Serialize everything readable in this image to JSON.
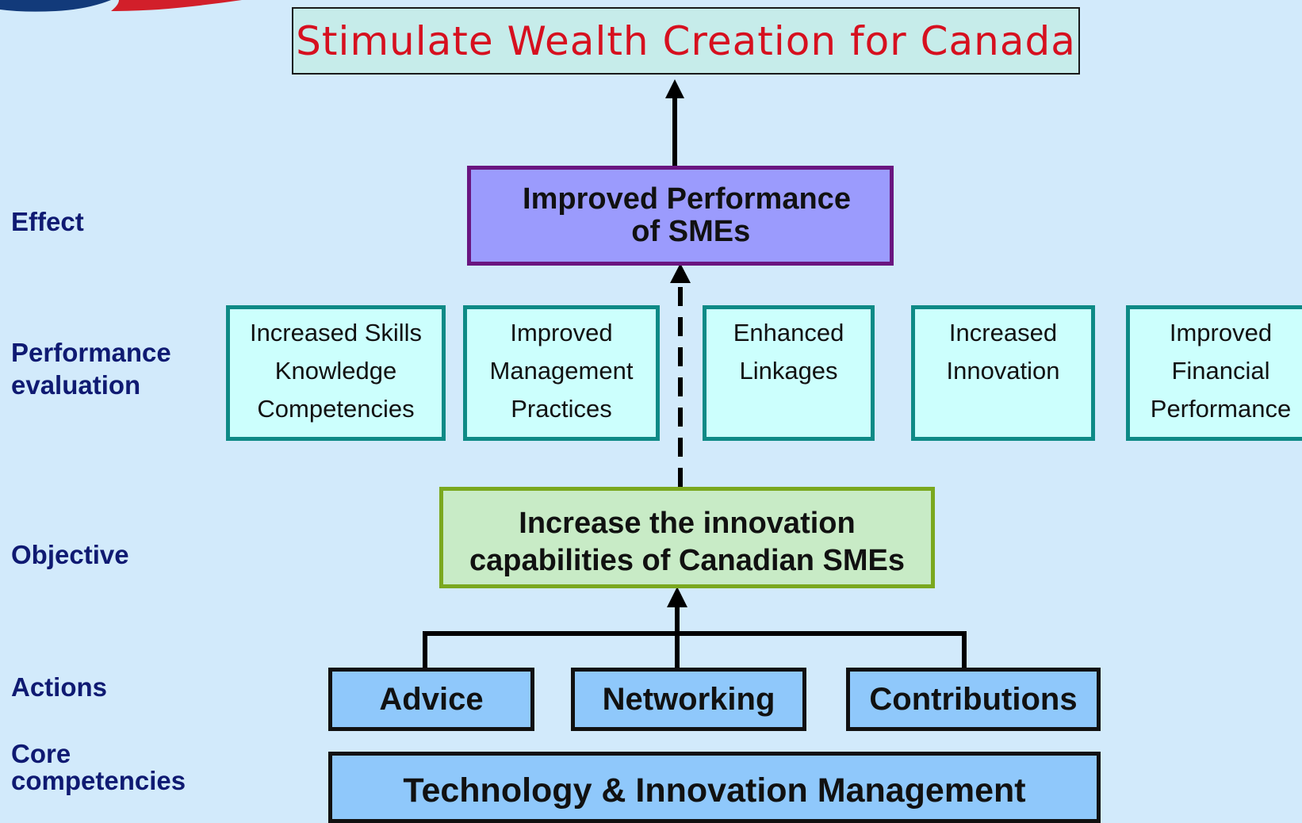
{
  "title": "Stimulate Wealth Creation for Canada",
  "row_labels": {
    "effect": "Effect",
    "performance": "Performance\nevaluation",
    "objective": "Objective",
    "actions": "Actions",
    "core": "Core\ncompetencies"
  },
  "effect_box": "Improved Performance\n of SMEs",
  "evaluation_boxes": [
    "Increased Skills\nKnowledge\nCompetencies",
    "Improved\nManagement\nPractices",
    "Enhanced\nLinkages",
    "Increased\nInnovation",
    "Improved\nFinancial\nPerformance"
  ],
  "objective_box": "Increase the innovation\ncapabilities of Canadian SMEs",
  "actions": [
    "Advice",
    "Networking",
    "Contributions"
  ],
  "core_box": "Technology & Innovation Management",
  "colors": {
    "background": "#d2eafb",
    "title_text": "#d6101f",
    "title_fill": "#c6ecea",
    "effect_fill": "#9b9bfd",
    "effect_border": "#6a1580",
    "evaluation_fill": "#ccfffd",
    "evaluation_border": "#0e8a86",
    "objective_fill": "#c8ebc6",
    "objective_border": "#7aa81e",
    "action_fill": "#8fc8fb",
    "label_text": "#0f1a72",
    "logo_blue": "#123a7a",
    "logo_red": "#d21f2a"
  }
}
